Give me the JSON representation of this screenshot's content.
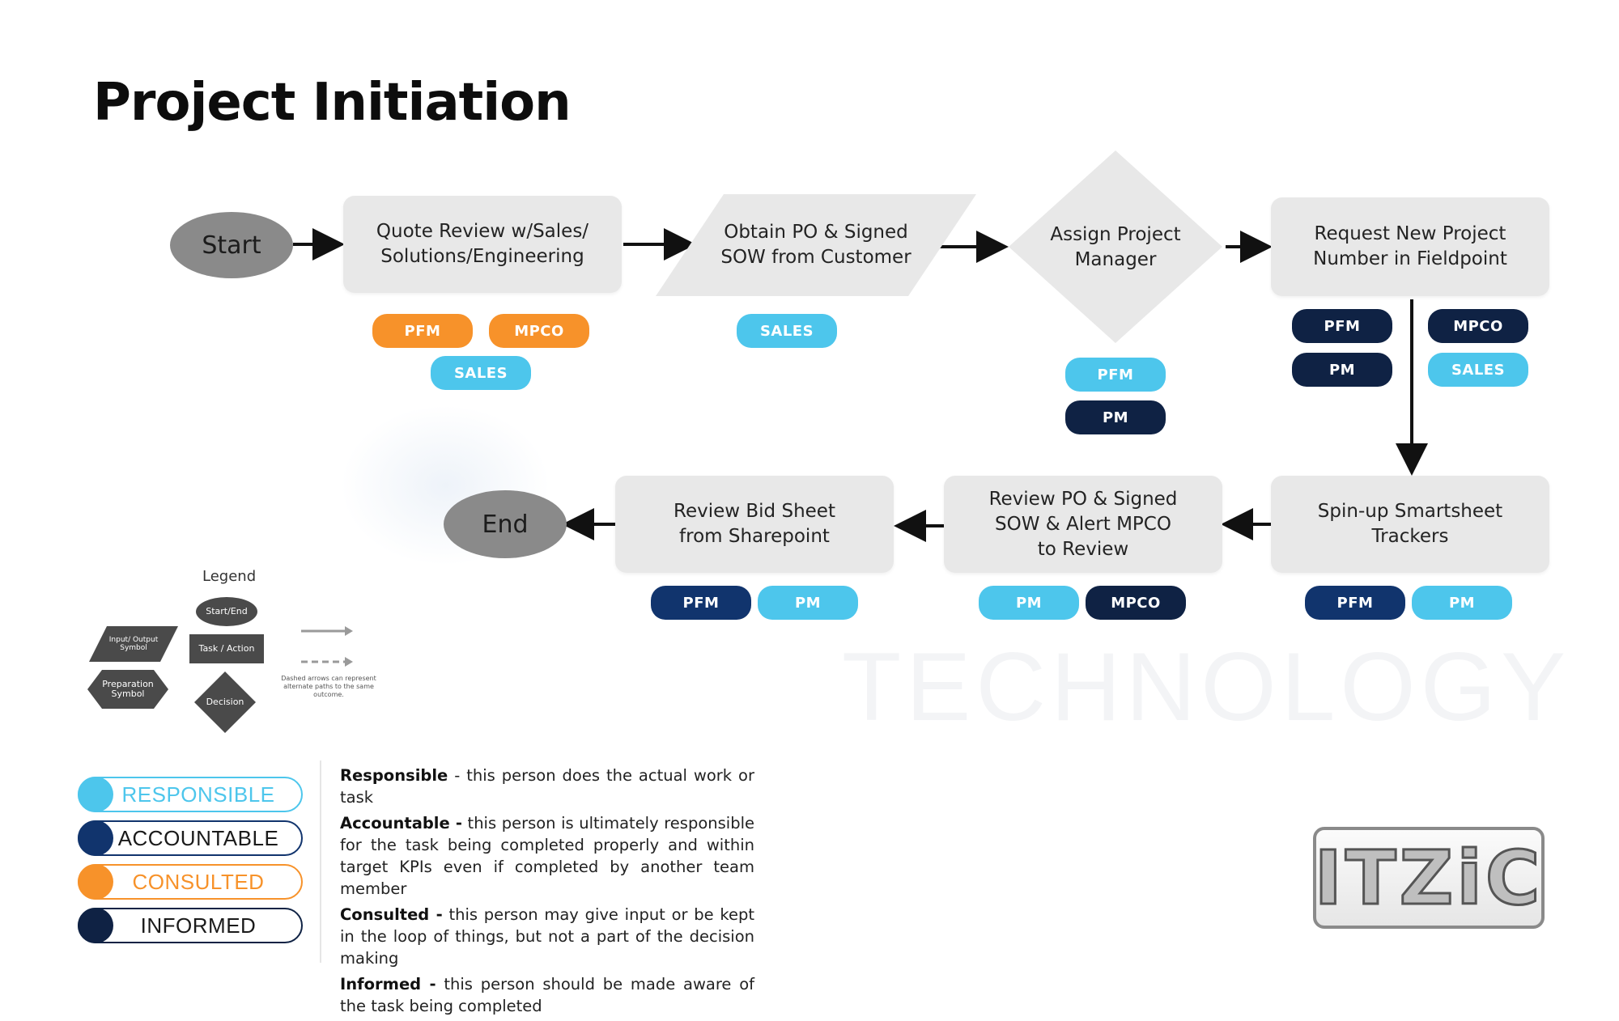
{
  "title": "Project Initiation",
  "watermark": "TECHNOLOGY",
  "nodes": {
    "start": "Start",
    "quote_review": "Quote Review w/Sales/\nSolutions/Engineering",
    "obtain_po": "Obtain PO & Signed\nSOW from Customer",
    "assign_pm": "Assign Project\nManager",
    "request_number": "Request New Project\nNumber in Fieldpoint",
    "spin_up": "Spin-up Smartsheet\nTrackers",
    "review_po": "Review PO & Signed\nSOW & Alert MPCO\nto Review",
    "review_bid": "Review Bid Sheet\nfrom Sharepoint",
    "end": "End"
  },
  "roles": {
    "quote_review": [
      "PFM",
      "MPCO",
      "SALES"
    ],
    "obtain_po": [
      "SALES"
    ],
    "assign_pm": [
      "PFM",
      "PM"
    ],
    "request_number": [
      "PFM",
      "MPCO",
      "PM",
      "SALES"
    ],
    "spin_up": [
      "PFM",
      "PM"
    ],
    "review_po": [
      "PM",
      "MPCO"
    ],
    "review_bid": [
      "PFM",
      "PM"
    ]
  },
  "legend": {
    "title": "Legend",
    "start_end": "Start/End",
    "input_output": "Input/ Output Symbol",
    "task_action": "Task / Action",
    "preparation": "Preparation Symbol",
    "decision": "Decision",
    "dashed_note": "Dashed arrows can represent alternate paths to the same outcome."
  },
  "raci": [
    {
      "label": "RESPONSIBLE",
      "color": "#4dc6ec"
    },
    {
      "label": "ACCOUNTABLE",
      "color": "#11346d"
    },
    {
      "label": "CONSULTED",
      "color": "#f7922a"
    },
    {
      "label": "INFORMED",
      "color": "#0f2244"
    }
  ],
  "definitions": [
    {
      "term": "Responsible",
      "text": " - this person does the actual work or task"
    },
    {
      "term": "Accountable -",
      "text": " this person is ultimately responsible for the task being completed properly and within target KPIs even if completed by another team member"
    },
    {
      "term": "Consulted -",
      "text": " this person may give input or be kept in the loop of things, but not a part of the decision making"
    },
    {
      "term": "Informed -",
      "text": " this person should be made aware of the task being completed"
    }
  ],
  "logo_text": "ITZiC",
  "colors": {
    "orange": "#f7922a",
    "cyan": "#4dc6ec",
    "navy": "#0f2244",
    "blue": "#11346d",
    "node_gray": "#e8e8e8",
    "oval_gray": "#8a8a8a"
  }
}
